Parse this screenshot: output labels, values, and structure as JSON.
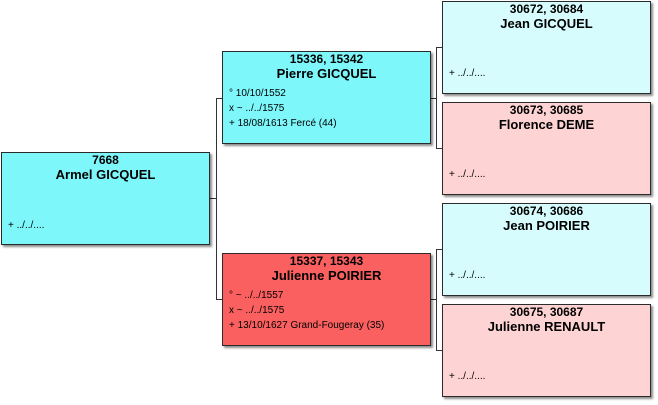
{
  "root": {
    "ids": "7668",
    "name": "Armel GICQUEL",
    "info": [
      "+ ../../...."
    ]
  },
  "father": {
    "ids": "15336, 15342",
    "name": "Pierre GICQUEL",
    "info": [
      "° 10/10/1552",
      "x ~ ../../1575",
      "+ 18/08/1613 Fercé (44)"
    ]
  },
  "mother": {
    "ids": "15337, 15343",
    "name": "Julienne POIRIER",
    "info": [
      "° ~ ../../1557",
      "x ~ ../../1575",
      "+ 13/10/1627 Grand-Fougeray (35)"
    ]
  },
  "grandparents": [
    {
      "ids": "30672, 30684",
      "name": "Jean GICQUEL",
      "info": [
        "+ ../../...."
      ]
    },
    {
      "ids": "30673, 30685",
      "name": "Florence DEME",
      "info": [
        "+ ../../...."
      ]
    },
    {
      "ids": "30674, 30686",
      "name": "Jean POIRIER",
      "info": [
        "+ ../../...."
      ]
    },
    {
      "ids": "30675, 30687",
      "name": "Julienne RENAULT",
      "info": [
        "+ ../../...."
      ]
    }
  ],
  "colors": {
    "male_primary": "#7ef7fb",
    "female_primary": "#fb6060",
    "male_light": "#d6fcfd",
    "female_light": "#fdd3d3"
  }
}
